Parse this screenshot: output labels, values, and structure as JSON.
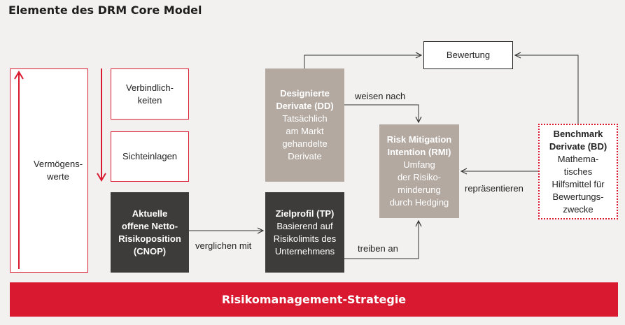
{
  "title": "Elemente des DRM Core Model",
  "assets_label": "Vermögens-\nwerte",
  "liabilities": {
    "item1": "Verbindlich-\nkeiten",
    "item2": "Sichteinlagen"
  },
  "cnop": "Aktuelle\noffene Netto-\nRisikoposition\n(CNOP)",
  "target_profile": {
    "title": "Zielprofil (TP)",
    "desc": "Basierend auf\nRisikolimits des\nUnternehmens"
  },
  "designated_derivatives": {
    "title": "Designierte\nDerivate (DD)",
    "desc": "Tatsächlich\nam Markt\ngehandelte\nDerivate"
  },
  "rmi": {
    "title": "Risk Mitigation\nIntention (RMI)",
    "desc": "Umfang\nder Risiko-\nminderung\ndurch Hedging"
  },
  "benchmark": {
    "title": "Benchmark\nDerivate (BD)",
    "desc": "Mathema-\ntisches\nHilfsmittel für\nBewertungs-\nzwecke"
  },
  "valuation": "Bewertung",
  "edges": {
    "compared_with": "verglichen mit",
    "drive": "treiben an",
    "prove": "weisen nach",
    "represent": "repräsentieren"
  },
  "strategy": "Risikomanagement-Strategie",
  "colors": {
    "red": "#d8192f",
    "dark": "#3d3c3b",
    "taupe": "#b3a9a1",
    "background": "#f2f1ef"
  }
}
